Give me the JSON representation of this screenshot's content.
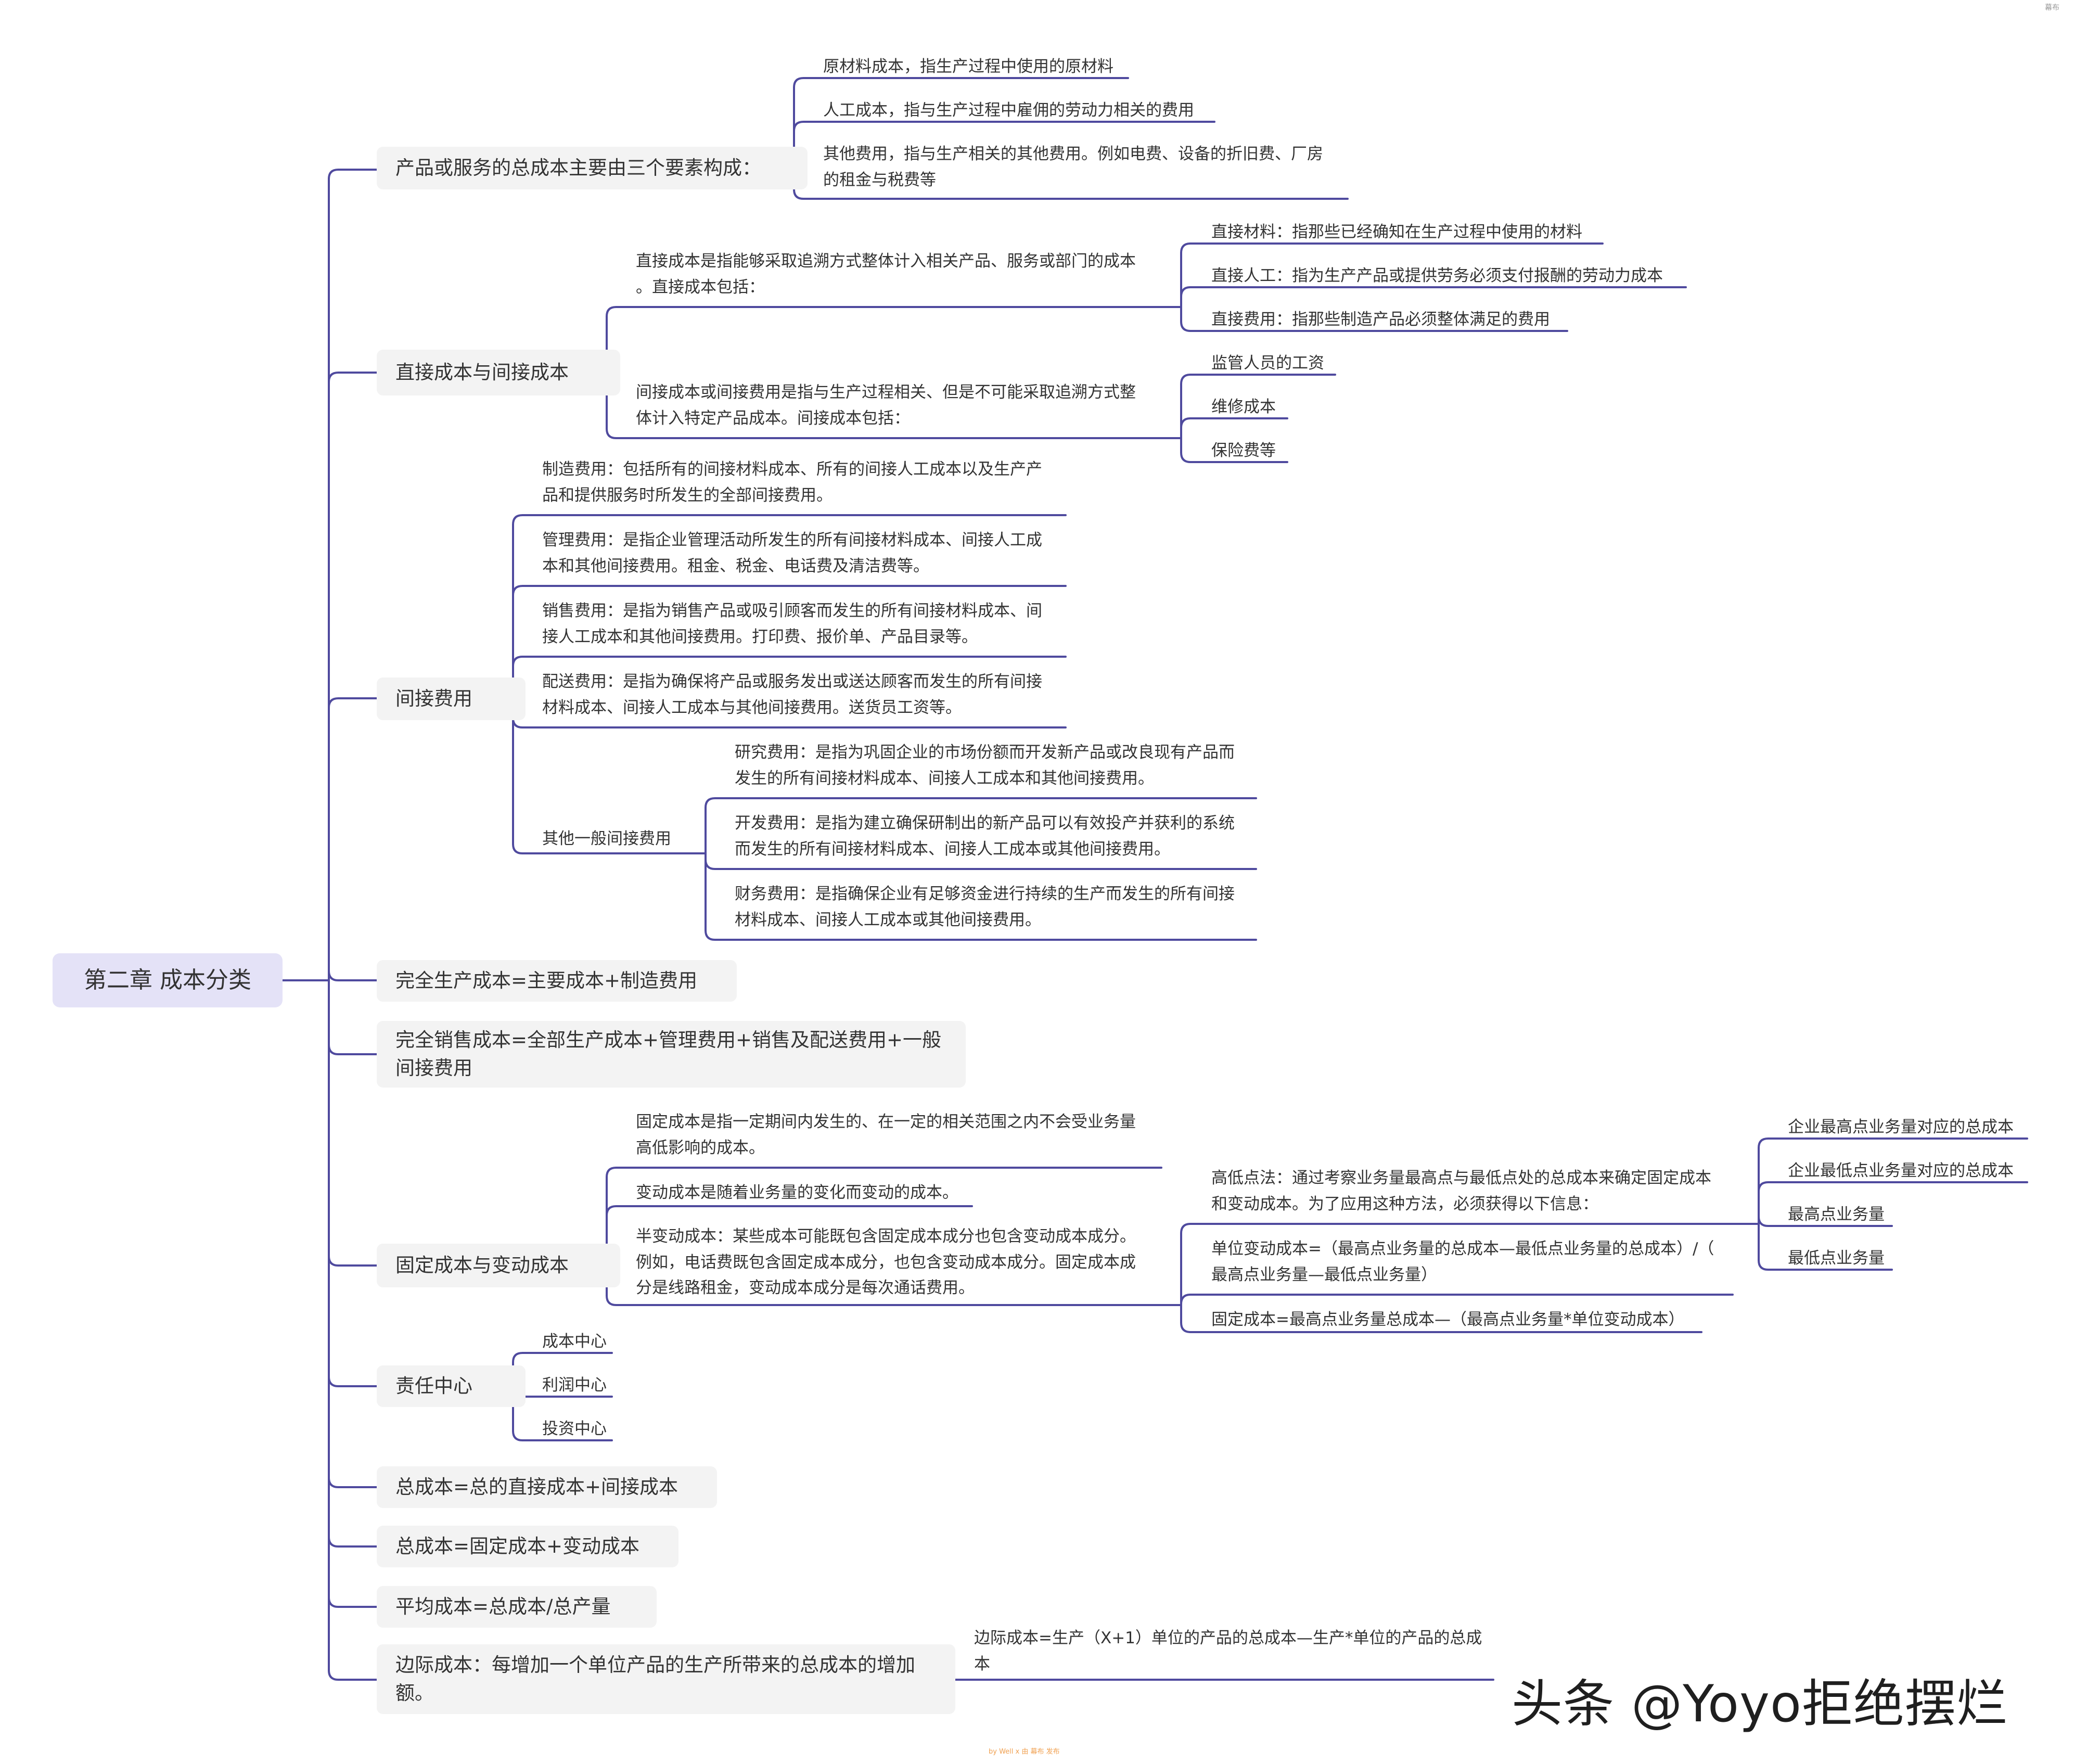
{
  "colors": {
    "line": "#4f4a9e",
    "root_fill": "#e4e2f7",
    "topic_fill": "#f3f3f3",
    "text": "#333333"
  },
  "root": "第二章 成本分类",
  "watermark": "头条 @Yoyo拒绝摆烂",
  "footer": "by Well x 由 幕布 发布",
  "corner_badge": "幕布",
  "topics": {
    "t1": "产品或服务的总成本主要由三个要素构成：",
    "t2": "直接成本与间接成本",
    "t3": "间接费用",
    "t4": "完全生产成本=主要成本+制造费用",
    "t5_l1": "完全销售成本=全部生产成本+管理费用+销售及配送费用+一般",
    "t5_l2": "间接费用",
    "t6": "固定成本与变动成本",
    "t7": "责任中心",
    "t8": "总成本=总的直接成本+间接成本",
    "t9": "总成本=固定成本+变动成本",
    "t10": "平均成本=总成本/总产量",
    "t11_l1": "边际成本：每增加一个单位产品的生产所带来的总成本的增加",
    "t11_l2": "额。"
  },
  "leaves": {
    "t1_a": "原材料成本，指生产过程中使用的原材料",
    "t1_b": "人工成本，指与生产过程中雇佣的劳动力相关的费用",
    "t1_c_l1": "其他费用，指与生产相关的其他费用。例如电费、设备的折旧费、厂房",
    "t1_c_l2": "的租金与税费等",
    "t2_direct_l1": "直接成本是指能够采取追溯方式整体计入相关产品、服务或部门的成本",
    "t2_direct_l2": "。直接成本包括：",
    "t2_direct_a": "直接材料：指那些已经确知在生产过程中使用的材料",
    "t2_direct_b": "直接人工：指为生产产品或提供劳务必须支付报酬的劳动力成本",
    "t2_direct_c": "直接费用：指那些制造产品必须整体满足的费用",
    "t2_indirect_l1": "间接成本或间接费用是指与生产过程相关、但是不可能采取追溯方式整",
    "t2_indirect_l2": "体计入特定产品成本。间接成本包括：",
    "t2_indirect_a": "监管人员的工资",
    "t2_indirect_b": "维修成本",
    "t2_indirect_c": "保险费等",
    "t3_a_l1": "制造费用：包括所有的间接材料成本、所有的间接人工成本以及生产产",
    "t3_a_l2": "品和提供服务时所发生的全部间接费用。",
    "t3_b_l1": "管理费用：是指企业管理活动所发生的所有间接材料成本、间接人工成",
    "t3_b_l2": "本和其他间接费用。租金、税金、电话费及清洁费等。",
    "t3_c_l1": "销售费用：是指为销售产品或吸引顾客而发生的所有间接材料成本、间",
    "t3_c_l2": "接人工成本和其他间接费用。打印费、报价单、产品目录等。",
    "t3_d_l1": "配送费用：是指为确保将产品或服务发出或送达顾客而发生的所有间接",
    "t3_d_l2": "材料成本、间接人工成本与其他间接费用。送货员工资等。",
    "t3_e": "其他一般间接费用",
    "t3_e_a_l1": "研究费用：是指为巩固企业的市场份额而开发新产品或改良现有产品而",
    "t3_e_a_l2": "发生的所有间接材料成本、间接人工成本和其他间接费用。",
    "t3_e_b_l1": "开发费用：是指为建立确保研制出的新产品可以有效投产并获利的系统",
    "t3_e_b_l2": "而发生的所有间接材料成本、间接人工成本或其他间接费用。",
    "t3_e_c_l1": "财务费用：是指确保企业有足够资金进行持续的生产而发生的所有间接",
    "t3_e_c_l2": "材料成本、间接人工成本或其他间接费用。",
    "t6_a_l1": "固定成本是指一定期间内发生的、在一定的相关范围之内不会受业务量",
    "t6_a_l2": "高低影响的成本。",
    "t6_b": "变动成本是随着业务量的变化而变动的成本。",
    "t6_c_l1": "半变动成本：某些成本可能既包含固定成本成分也包含变动成本成分。",
    "t6_c_l2": "例如，电话费既包含固定成本成分，也包含变动成本成分。固定成本成",
    "t6_c_l3": "分是线路租金，变动成本成分是每次通话费用。",
    "t6_c_a_l1": "高低点法：通过考察业务量最高点与最低点处的总成本来确定固定成本",
    "t6_c_a_l2": "和变动成本。为了应用这种方法，必须获得以下信息：",
    "t6_c_a_1": "企业最高点业务量对应的总成本",
    "t6_c_a_2": "企业最低点业务量对应的总成本",
    "t6_c_a_3": "最高点业务量",
    "t6_c_a_4": "最低点业务量",
    "t6_c_b_l1": "单位变动成本=（最高点业务量的总成本—最低点业务量的总成本）/（",
    "t6_c_b_l2": "最高点业务量—最低点业务量）",
    "t6_c_c": "固定成本=最高点业务量总成本—（最高点业务量*单位变动成本）",
    "t7_a": "成本中心",
    "t7_b": "利润中心",
    "t7_c": "投资中心",
    "t11_a_l1": "边际成本=生产（X+1）单位的产品的总成本—生产*单位的产品的总成",
    "t11_a_l2": "本"
  }
}
